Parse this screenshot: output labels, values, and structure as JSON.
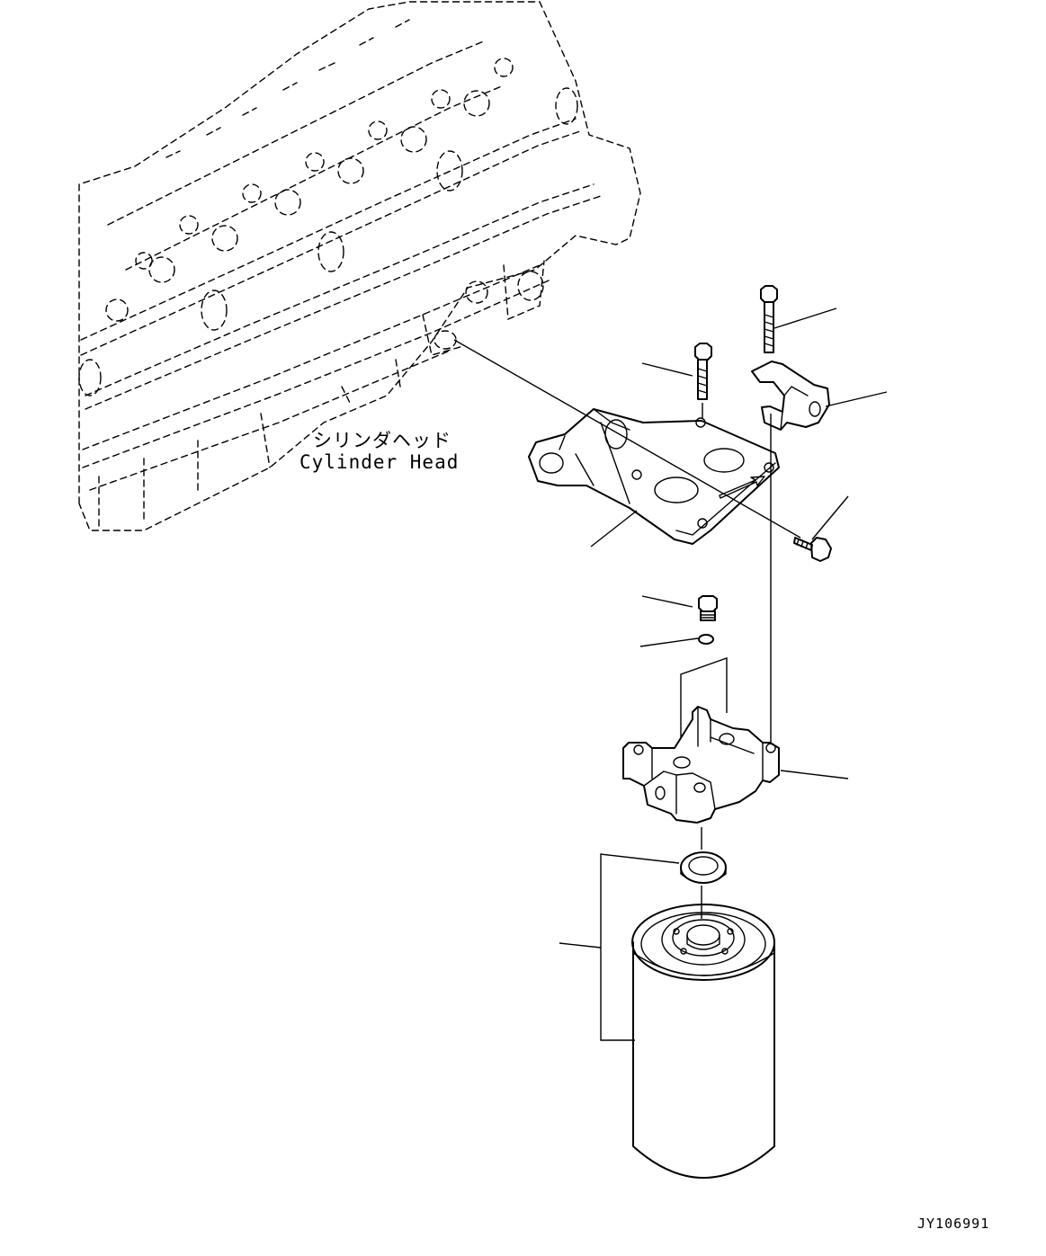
{
  "labels": {
    "cylinder_head_jp": "シリンダヘッド",
    "cylinder_head_en": "Cylinder Head",
    "drawing_code": "JY106991"
  },
  "parts": [
    {
      "name": "engine-cylinder-head",
      "icon": "cylinder-head"
    },
    {
      "name": "mounting-bracket",
      "icon": "bracket"
    },
    {
      "name": "bolt-upper-left",
      "icon": "bolt"
    },
    {
      "name": "bolt-upper-right",
      "icon": "bolt"
    },
    {
      "name": "clamp",
      "icon": "clamp"
    },
    {
      "name": "bolt-side",
      "icon": "bolt"
    },
    {
      "name": "plug",
      "icon": "plug"
    },
    {
      "name": "o-ring",
      "icon": "o-ring"
    },
    {
      "name": "filter-head",
      "icon": "filter-head"
    },
    {
      "name": "gasket-ring",
      "icon": "gasket"
    },
    {
      "name": "filter-cartridge",
      "icon": "filter-cartridge"
    }
  ],
  "colors": {
    "line": "#000000",
    "background": "#ffffff"
  }
}
